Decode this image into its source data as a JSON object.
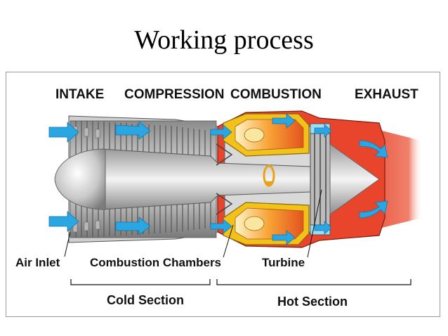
{
  "title": "Working process",
  "diagram": {
    "section_headers": {
      "intake": "INTAKE",
      "compression": "COMPRESSION",
      "combustion": "COMBUSTION",
      "exhaust": "EXHAUST"
    },
    "callouts": {
      "air_inlet": "Air Inlet",
      "combustion_chambers": "Combustion Chambers",
      "turbine": "Turbine"
    },
    "bracket_labels": {
      "cold_section": "Cold Section",
      "hot_section": "Hot Section"
    },
    "colors": {
      "airflow": "#2aa6e3",
      "metal_light": "#dcdcdc",
      "metal_dark": "#6f6f6f",
      "combustion_orange": "#f28a1e",
      "exhaust_red": "#e8452c",
      "liner_yellow": "#f2c21b"
    }
  }
}
